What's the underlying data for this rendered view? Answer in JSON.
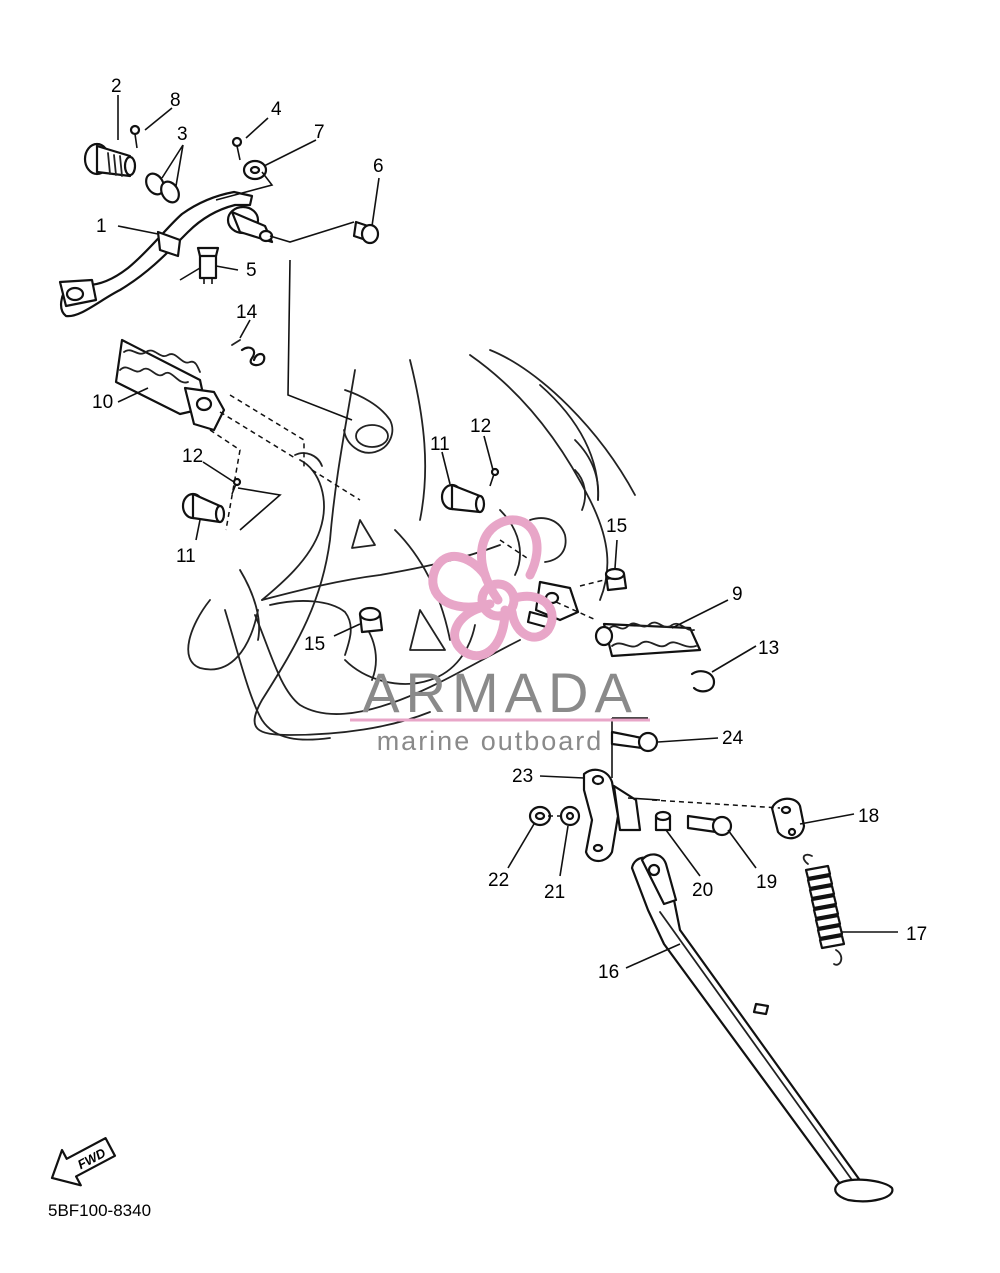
{
  "callouts": {
    "c1": "1",
    "c2": "2",
    "c3": "3",
    "c4": "4",
    "c5": "5",
    "c6": "6",
    "c7": "7",
    "c8": "8",
    "c9": "9",
    "c10": "10",
    "c11": "11",
    "c12": "12",
    "c13": "13",
    "c14": "14",
    "c15": "15",
    "c16": "16",
    "c17": "17",
    "c18": "18",
    "c19": "19",
    "c20": "20",
    "c21": "21",
    "c22": "22",
    "c23": "23",
    "c24": "24"
  },
  "fwd_label": "FWD",
  "diagram_code": "5BF100-8340",
  "watermark": {
    "title": "ARMADA",
    "subtitle": "marine outboard",
    "pink": "#e8a6c8",
    "gray": "#8a8a8a"
  }
}
